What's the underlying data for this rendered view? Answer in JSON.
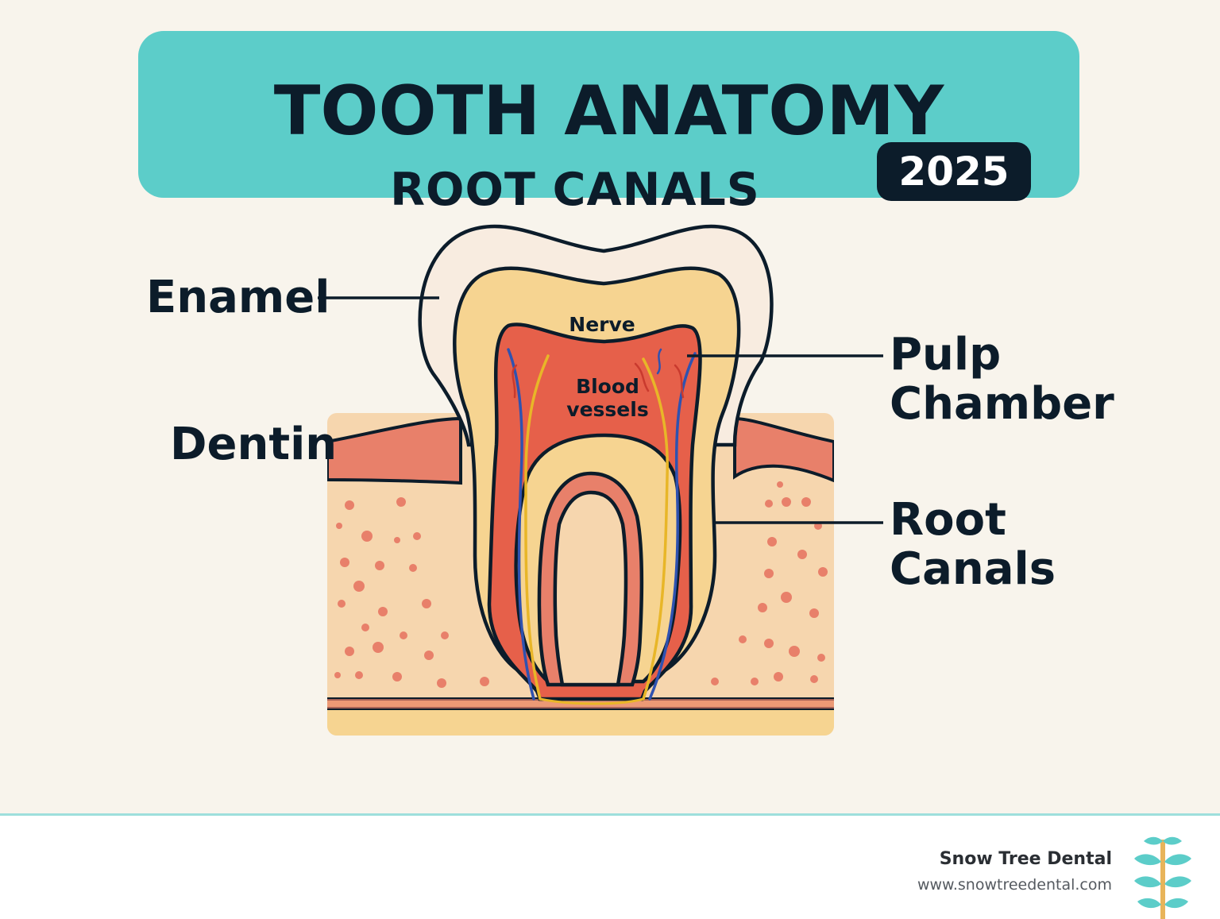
{
  "header": {
    "title": "TOOTH ANATOMY",
    "subtitle": "ROOT CANALS",
    "year": "2025"
  },
  "labels": {
    "enamel": "Enamel",
    "dentin": "Dentin",
    "pulp_chamber_line1": "Pulp",
    "pulp_chamber_line2": "Chamber",
    "root_canals_line1": "Root",
    "root_canals_line2": "Canals",
    "nerve": "Nerve",
    "blood_vessels_line1": "Blood",
    "blood_vessels_line2": "vessels"
  },
  "footer": {
    "brand_name": "Snow Tree Dental",
    "url": "www.snowtreedental.com"
  },
  "colors": {
    "banner": "#5ccdc9",
    "enamel": "#f8ece0",
    "dentin": "#f6d491",
    "pulp": "#e6604a",
    "gum": "#e8806a",
    "bone": "#f6d6ae",
    "outline": "#0c1c2a"
  }
}
